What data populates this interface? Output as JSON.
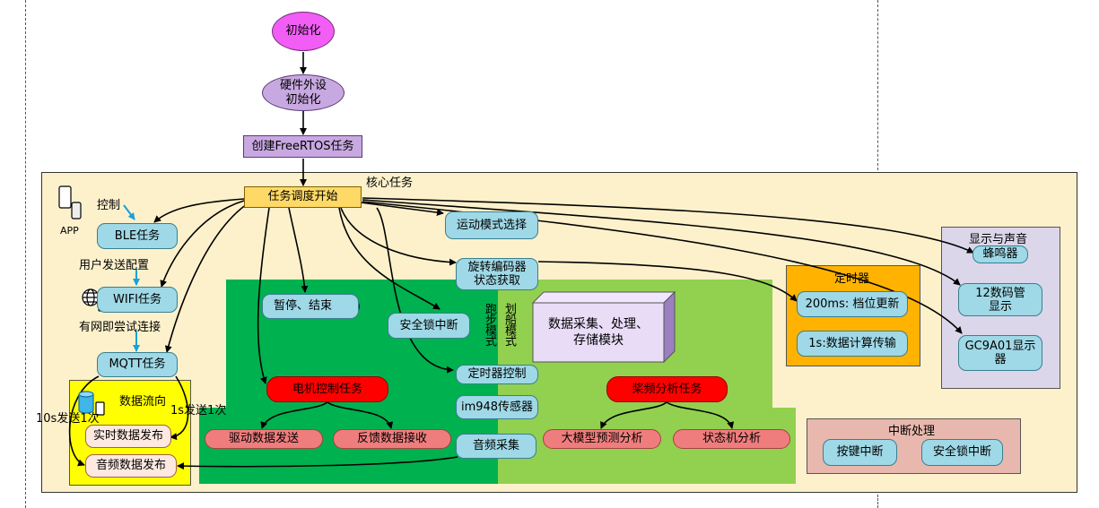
{
  "init": {
    "label": "初始化",
    "color": "#f25df5"
  },
  "hw_init": {
    "label": "硬件外设\n初始化"
  },
  "create_tasks": {
    "label": "创建FreeRTOS任务"
  },
  "core": {
    "title": "核心任务"
  },
  "scheduler": {
    "label": "任务调度开始"
  },
  "app": {
    "label": "APP",
    "control_label": "控制",
    "user_config_label": "用户发送配置",
    "network_label": "有网即尝试连接"
  },
  "ble": {
    "label": "BLE任务"
  },
  "wifi": {
    "label": "WIFI任务"
  },
  "mqtt": {
    "label": "MQTT任务"
  },
  "data_flow": {
    "title": "数据流向",
    "left_note": "10s发送1次",
    "right_note": "1s发送1次",
    "realtime": "实时数据发布",
    "audio_pub": "音频数据发布"
  },
  "motion_select": {
    "label": "运动模式选择"
  },
  "encoder": {
    "label": "旋转编码器\n状态获取"
  },
  "pause": {
    "label": "暂停、结束"
  },
  "safety_int": {
    "label": "安全锁中断"
  },
  "run_mode": {
    "label": "跑步模式"
  },
  "row_mode": {
    "label": "划船模式"
  },
  "timer_ctrl": {
    "label": "定时器控制"
  },
  "im948": {
    "label": "im948传感器"
  },
  "audio_collect": {
    "label": "音频采集"
  },
  "data_module": {
    "label": "数据采集、处理、\n存储模块"
  },
  "motor_task": {
    "label": "电机控制任务"
  },
  "drive_send": {
    "label": "驱动数据发送"
  },
  "feedback_recv": {
    "label": "反馈数据接收"
  },
  "slurry_task": {
    "label": "桨频分析任务"
  },
  "big_model": {
    "label": "大模型预测分析"
  },
  "state_machine": {
    "label": "状态机分析"
  },
  "timer_panel": {
    "title": "定时器",
    "item1": "200ms: 档位更新",
    "item2": "1s:数据计算传输",
    "color": "#ffb300"
  },
  "display_panel": {
    "title": "显示与声音",
    "buzzer": "蜂鸣器",
    "seg": "12数码管\n显示",
    "gc": "GC9A01显示\n器"
  },
  "interrupt_panel": {
    "title": "中断处理",
    "key": "按键中断",
    "lock": "安全锁中断"
  },
  "colors": {
    "core_bg": "#fdf1cc",
    "dark_green": "#00b14f",
    "light_green": "#92d050",
    "teal": "#9fd8e6",
    "red": "#ff0000",
    "pink": "#f07d7d",
    "yellow": "#ffff00",
    "lavender": "#dcd6ea"
  }
}
